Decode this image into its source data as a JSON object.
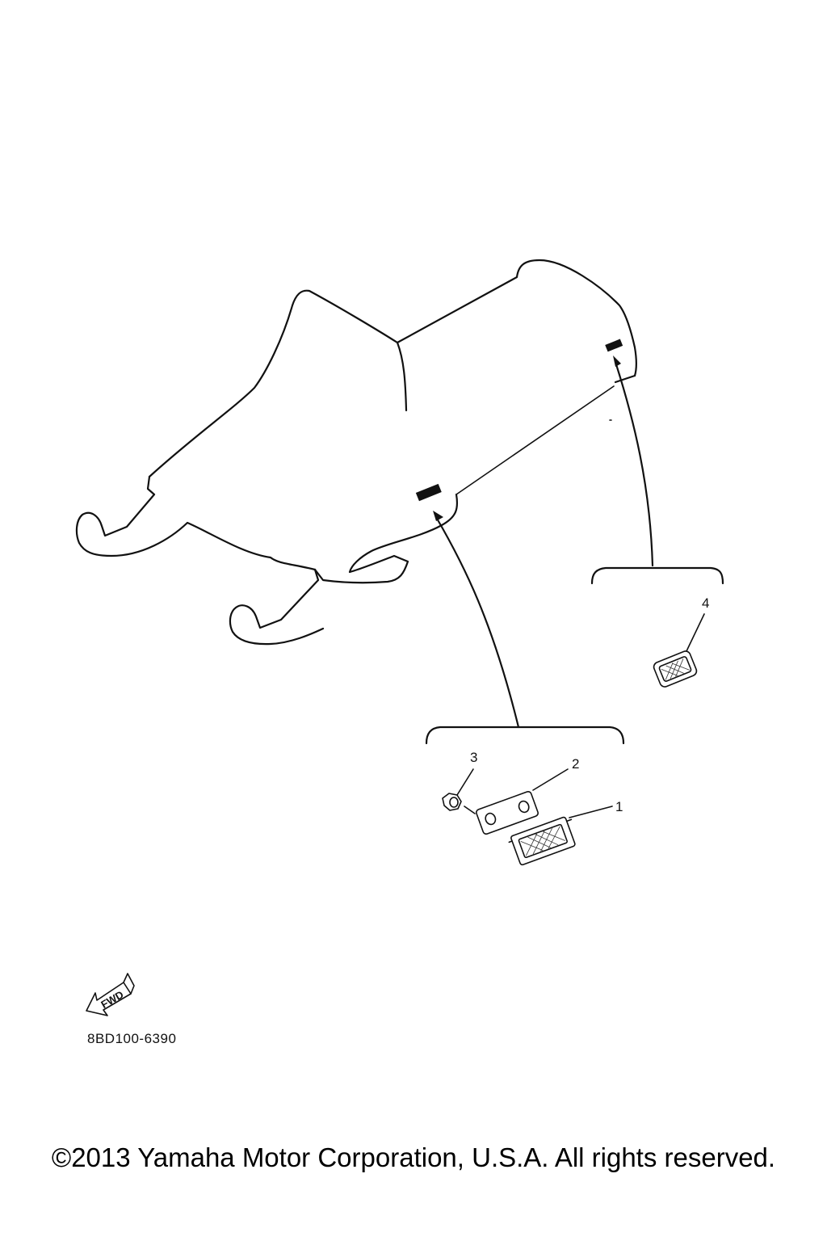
{
  "parts": [
    {
      "ref": "1",
      "label": "1"
    },
    {
      "ref": "2",
      "label": "2"
    },
    {
      "ref": "3",
      "label": "3"
    },
    {
      "ref": "4",
      "label": "4"
    }
  ],
  "fwd_badge": {
    "text": "FWD",
    "icon": "fwd-arrow-icon"
  },
  "diagram_code": "8BD100-6390",
  "copyright": "©2013 Yamaha Motor Corporation, U.S.A. All rights reserved.",
  "colors": {
    "line": "#111111",
    "background": "#ffffff"
  }
}
